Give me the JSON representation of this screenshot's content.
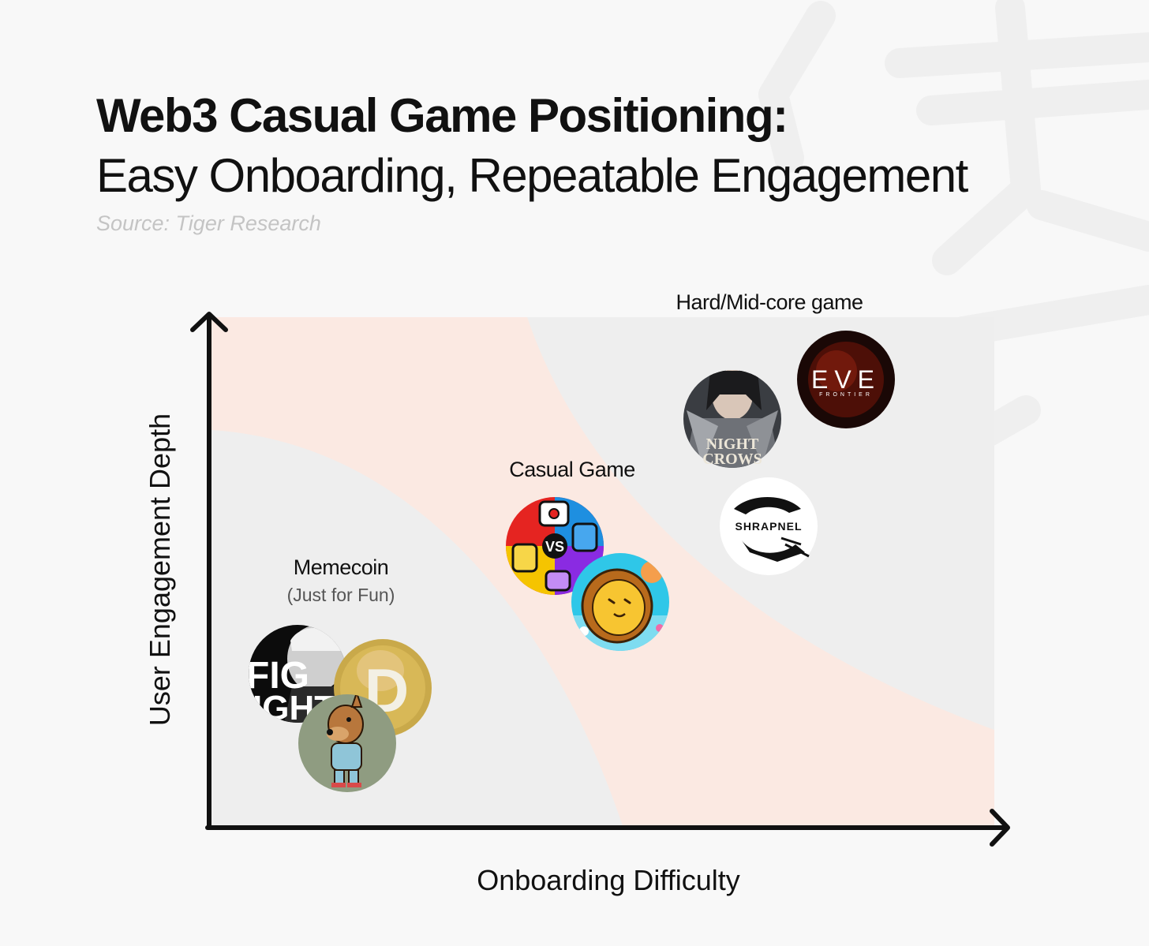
{
  "header": {
    "title": "Web3 Casual Game Positioning:",
    "subtitle": "Easy Onboarding, Repeatable Engagement",
    "source": "Source: Tiger Research"
  },
  "axes": {
    "x_label": "Onboarding Difficulty",
    "y_label": "User Engagement Depth"
  },
  "zones": {
    "memecoin": {
      "label": "Memecoin",
      "sublabel": "(Just for Fun)"
    },
    "casual": {
      "label": "Casual Game"
    },
    "hardcore": {
      "label": "Hard/Mid-core game"
    }
  },
  "logos": {
    "eve": {
      "text": "EVE",
      "subtext": "FRONTIER"
    },
    "night_crows": {
      "line1": "NIGHT",
      "line2": "CROWS"
    },
    "shrapnel": {
      "text": "SHRAPNEL"
    },
    "vs": {
      "text": "VS"
    },
    "fight": {
      "line1": "FIG",
      "line2": "IGHT"
    },
    "doge": {
      "text": "D"
    }
  },
  "colors": {
    "background": "#f8f8f8",
    "zone_gray": "#eeeeee",
    "zone_peach": "#fbe9e2",
    "axis": "#111111",
    "source_text": "#c4c4c4"
  }
}
